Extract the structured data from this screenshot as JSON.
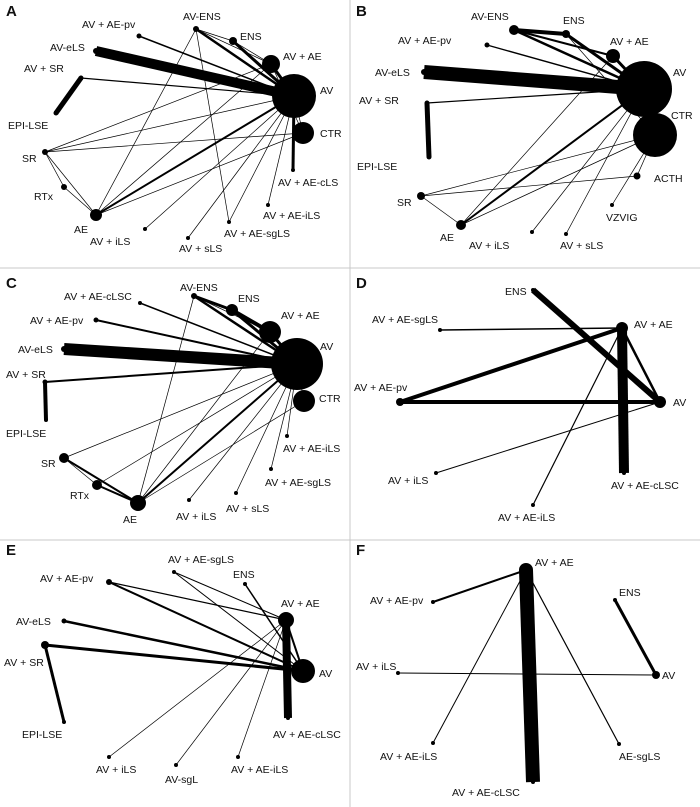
{
  "figure": {
    "panels": [
      {
        "id": "A",
        "nodes": [
          {
            "id": "AV+AE-pv",
            "label": "AV + AE-pv"
          },
          {
            "id": "AV-ENS",
            "label": "AV-ENS"
          },
          {
            "id": "ENS",
            "label": "ENS"
          },
          {
            "id": "AV-eLS",
            "label": "AV-eLS"
          },
          {
            "id": "AV+AE",
            "label": "AV + AE"
          },
          {
            "id": "AV+SR",
            "label": "AV + SR"
          },
          {
            "id": "AV",
            "label": "AV"
          },
          {
            "id": "EPI-LSE",
            "label": "EPI-LSE"
          },
          {
            "id": "CTR",
            "label": "CTR"
          },
          {
            "id": "SR",
            "label": "SR"
          },
          {
            "id": "RTx",
            "label": "RTx"
          },
          {
            "id": "AV+AE-cLS",
            "label": "AV + AE-cLS"
          },
          {
            "id": "AE",
            "label": "AE"
          },
          {
            "id": "AV+AE-iLS",
            "label": "AV + AE-iLS"
          },
          {
            "id": "AV+AE-sgLS",
            "label": "AV + AE-sgLS"
          },
          {
            "id": "AV+iLS",
            "label": "AV + iLS"
          },
          {
            "id": "AV+sLS",
            "label": "AV + sLS"
          }
        ],
        "edges": [
          [
            "AV-eLS",
            "AV"
          ],
          [
            "AV+SR",
            "EPI-LSE"
          ],
          [
            "AV+SR",
            "AV"
          ],
          [
            "AV+AE-pv",
            "AV"
          ],
          [
            "AV-ENS",
            "AV"
          ],
          [
            "AV-ENS",
            "AV+AE"
          ],
          [
            "AV-ENS",
            "ENS"
          ],
          [
            "ENS",
            "AV"
          ],
          [
            "ENS",
            "AV+AE"
          ],
          [
            "AV+AE",
            "AV"
          ],
          [
            "AV+AE",
            "CTR"
          ],
          [
            "AV",
            "CTR"
          ],
          [
            "AV",
            "AV+AE-cLS"
          ],
          [
            "AV",
            "AV+AE-iLS"
          ],
          [
            "AV",
            "AV+AE-sgLS"
          ],
          [
            "AV",
            "AV+iLS"
          ],
          [
            "AV",
            "AV+sLS"
          ],
          [
            "AV",
            "SR"
          ],
          [
            "AV",
            "AE"
          ],
          [
            "CTR",
            "AE"
          ],
          [
            "SR",
            "CTR"
          ],
          [
            "SR",
            "AE"
          ],
          [
            "SR",
            "RTx"
          ],
          [
            "RTx",
            "AE"
          ],
          [
            "AE",
            "AV+AE"
          ],
          [
            "AE",
            "AV-ENS"
          ],
          [
            "AV-ENS",
            "AV+AE-sgLS"
          ],
          [
            "SR",
            "AV+AE"
          ]
        ]
      },
      {
        "id": "B",
        "nodes": [
          {
            "id": "AV-ENS",
            "label": "AV-ENS"
          },
          {
            "id": "ENS",
            "label": "ENS"
          },
          {
            "id": "AV+AE-pv",
            "label": "AV + AE-pv"
          },
          {
            "id": "AV+AE",
            "label": "AV + AE"
          },
          {
            "id": "AV-eLS",
            "label": "AV-eLS"
          },
          {
            "id": "AV",
            "label": "AV"
          },
          {
            "id": "AV+SR",
            "label": "AV + SR"
          },
          {
            "id": "CTR",
            "label": "CTR"
          },
          {
            "id": "EPI-LSE",
            "label": "EPI-LSE"
          },
          {
            "id": "ACTH",
            "label": "ACTH"
          },
          {
            "id": "SR",
            "label": "SR"
          },
          {
            "id": "VZVIG",
            "label": "VZVIG"
          },
          {
            "id": "AE",
            "label": "AE"
          },
          {
            "id": "AV+iLS",
            "label": "AV + iLS"
          },
          {
            "id": "AV+sLS",
            "label": "AV + sLS"
          }
        ],
        "edges": [
          [
            "AV-eLS",
            "AV"
          ],
          [
            "AV+SR",
            "EPI-LSE"
          ],
          [
            "AV+SR",
            "AV"
          ],
          [
            "AV+AE-pv",
            "AV"
          ],
          [
            "AV-ENS",
            "AV"
          ],
          [
            "AV-ENS",
            "ENS"
          ],
          [
            "AV-ENS",
            "AV+AE"
          ],
          [
            "ENS",
            "AV"
          ],
          [
            "AV+AE",
            "AV"
          ],
          [
            "AV",
            "CTR"
          ],
          [
            "ENS",
            "CTR"
          ],
          [
            "CTR",
            "ACTH"
          ],
          [
            "CTR",
            "VZVIG"
          ],
          [
            "AV",
            "AE"
          ],
          [
            "CTR",
            "AE"
          ],
          [
            "AV",
            "AV+iLS"
          ],
          [
            "AV",
            "AV+sLS"
          ],
          [
            "SR",
            "AE"
          ],
          [
            "SR",
            "CTR"
          ],
          [
            "SR",
            "ACTH"
          ],
          [
            "AE",
            "AV+AE"
          ]
        ]
      },
      {
        "id": "C",
        "nodes": [
          {
            "id": "AV+AE-cLSC",
            "label": "AV + AE-cLSC"
          },
          {
            "id": "AV-ENS",
            "label": "AV-ENS"
          },
          {
            "id": "ENS",
            "label": "ENS"
          },
          {
            "id": "AV+AE-pv",
            "label": "AV + AE-pv"
          },
          {
            "id": "AV+AE",
            "label": "AV + AE"
          },
          {
            "id": "AV-eLS",
            "label": "AV-eLS"
          },
          {
            "id": "AV",
            "label": "AV"
          },
          {
            "id": "AV+SR",
            "label": "AV + SR"
          },
          {
            "id": "CTR",
            "label": "CTR"
          },
          {
            "id": "EPI-LSE",
            "label": "EPI-LSE"
          },
          {
            "id": "AV+AE-iLS",
            "label": "AV + AE-iLS"
          },
          {
            "id": "SR",
            "label": "SR"
          },
          {
            "id": "AV+AE-sgLS",
            "label": "AV + AE-sgLS"
          },
          {
            "id": "RTx",
            "label": "RTx"
          },
          {
            "id": "AE",
            "label": "AE"
          },
          {
            "id": "AV+iLS",
            "label": "AV + iLS"
          },
          {
            "id": "AV+sLS",
            "label": "AV + sLS"
          }
        ],
        "edges": [
          [
            "AV-eLS",
            "AV"
          ],
          [
            "AV+SR",
            "EPI-LSE"
          ],
          [
            "AV+SR",
            "AV"
          ],
          [
            "AV+AE-pv",
            "AV"
          ],
          [
            "AV+AE-cLSC",
            "AV"
          ],
          [
            "AV-ENS",
            "AV"
          ],
          [
            "AV-ENS",
            "AV+AE"
          ],
          [
            "AV-ENS",
            "ENS"
          ],
          [
            "ENS",
            "AV+AE"
          ],
          [
            "ENS",
            "AV"
          ],
          [
            "AV+AE",
            "AV"
          ],
          [
            "AV",
            "CTR"
          ],
          [
            "AV",
            "AV+AE-iLS"
          ],
          [
            "AV",
            "AV+AE-sgLS"
          ],
          [
            "AV",
            "AV+iLS"
          ],
          [
            "AV",
            "AV+sLS"
          ],
          [
            "AV",
            "AE"
          ],
          [
            "CTR",
            "AE"
          ],
          [
            "SR",
            "AV"
          ],
          [
            "SR",
            "AE"
          ],
          [
            "SR",
            "RTx"
          ],
          [
            "RTx",
            "AE"
          ],
          [
            "AE",
            "AV+AE"
          ],
          [
            "AE",
            "AV-ENS"
          ],
          [
            "RTx",
            "AV"
          ]
        ]
      },
      {
        "id": "D",
        "nodes": [
          {
            "id": "ENS",
            "label": "ENS"
          },
          {
            "id": "AV+AE-sgLS",
            "label": "AV + AE-sgLS"
          },
          {
            "id": "AV+AE",
            "label": "AV + AE"
          },
          {
            "id": "AV+AE-pv",
            "label": "AV + AE-pv"
          },
          {
            "id": "AV",
            "label": "AV"
          },
          {
            "id": "AV+iLS",
            "label": "AV + iLS"
          },
          {
            "id": "AV+AE-cLSC",
            "label": "AV + AE-cLSC"
          },
          {
            "id": "AV+AE-iLS",
            "label": "AV + AE-iLS"
          }
        ],
        "edges": [
          [
            "ENS",
            "AV"
          ],
          [
            "AV+AE-sgLS",
            "AV+AE"
          ],
          [
            "AV+AE-pv",
            "AV+AE"
          ],
          [
            "AV+AE-pv",
            "AV"
          ],
          [
            "AV+AE",
            "AV+AE-cLSC"
          ],
          [
            "AV+AE",
            "AV"
          ],
          [
            "AV+AE",
            "AV+AE-iLS"
          ],
          [
            "AV",
            "AV+iLS"
          ]
        ]
      },
      {
        "id": "E",
        "nodes": [
          {
            "id": "AV+AE-sgLS",
            "label": "AV + AE-sgLS"
          },
          {
            "id": "AV+AE-pv",
            "label": "AV + AE-pv"
          },
          {
            "id": "ENS",
            "label": "ENS"
          },
          {
            "id": "AV+AE",
            "label": "AV + AE"
          },
          {
            "id": "AV-eLS",
            "label": "AV-eLS"
          },
          {
            "id": "AV+SR",
            "label": "AV + SR"
          },
          {
            "id": "AV",
            "label": "AV"
          },
          {
            "id": "AV+AE-cLSC",
            "label": "AV + AE-cLSC"
          },
          {
            "id": "EPI-LSE",
            "label": "EPI-LSE"
          },
          {
            "id": "AV+iLS",
            "label": "AV + iLS"
          },
          {
            "id": "AV-sgL",
            "label": "AV-sgL"
          },
          {
            "id": "AV+AE-iLS",
            "label": "AV + AE-iLS"
          }
        ],
        "edges": [
          [
            "AV+AE-pv",
            "AV+AE"
          ],
          [
            "AV+AE-pv",
            "AV"
          ],
          [
            "AV+AE-sgLS",
            "AV+AE"
          ],
          [
            "AV+AE-sgLS",
            "AV"
          ],
          [
            "ENS",
            "AV"
          ],
          [
            "AV-eLS",
            "AV"
          ],
          [
            "AV+SR",
            "AV"
          ],
          [
            "AV+SR",
            "EPI-LSE"
          ],
          [
            "AV+AE",
            "AV+AE-cLSC"
          ],
          [
            "AV+AE",
            "AV"
          ],
          [
            "AV+iLS",
            "AV+AE"
          ],
          [
            "AV-sgL",
            "AV+AE"
          ],
          [
            "AV+AE-iLS",
            "AV+AE"
          ]
        ]
      },
      {
        "id": "F",
        "nodes": [
          {
            "id": "AV+AE",
            "label": "AV + AE"
          },
          {
            "id": "AV+AE-pv",
            "label": "AV + AE-pv"
          },
          {
            "id": "ENS",
            "label": "ENS"
          },
          {
            "id": "AV+iLS",
            "label": "AV + iLS"
          },
          {
            "id": "AV",
            "label": "AV"
          },
          {
            "id": "AV+AE-iLS",
            "label": "AV + AE-iLS"
          },
          {
            "id": "AE-sgLS",
            "label": "AE-sgLS"
          },
          {
            "id": "AV+AE-cLSC",
            "label": "AV + AE-cLSC"
          }
        ],
        "edges": [
          [
            "AV+AE-pv",
            "AV+AE"
          ],
          [
            "ENS",
            "AV"
          ],
          [
            "AV+iLS",
            "AV"
          ],
          [
            "AV+AE",
            "AV+AE-cLSC"
          ],
          [
            "AV+AE",
            "AV+AE-iLS"
          ],
          [
            "AV+AE",
            "AE-sgLS"
          ]
        ]
      }
    ]
  }
}
